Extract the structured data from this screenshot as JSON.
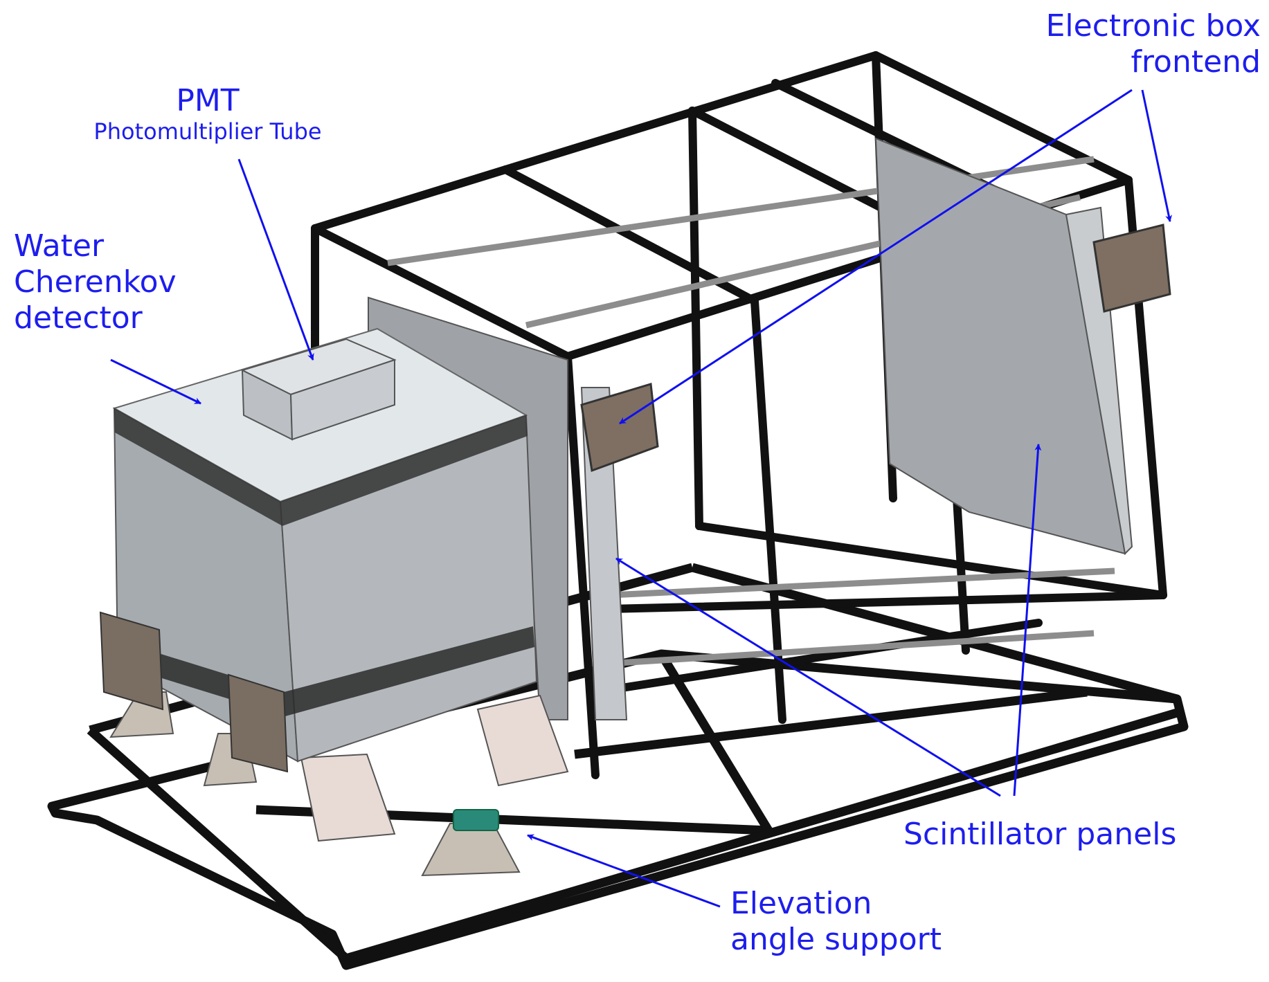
{
  "labels": {
    "pmt": {
      "title": "PMT",
      "subtitle": "Photomultiplier Tube"
    },
    "water": {
      "line1": "Water",
      "line2": "Cherenkov",
      "line3": "detector"
    },
    "electronic": {
      "line1": "Electronic box",
      "line2": "frontend"
    },
    "scintillator": {
      "text": "Scintillator panels"
    },
    "elevation": {
      "line1": "Elevation",
      "line2": "angle support"
    }
  },
  "colors": {
    "label": "#1d1dee",
    "arrow": "#1010f0",
    "frame": "#111111",
    "tank_side": "#a7acb2",
    "tank_top": "#dfe4e8",
    "panel": "#a9adb1",
    "electronic_box": "#7e6f62"
  }
}
